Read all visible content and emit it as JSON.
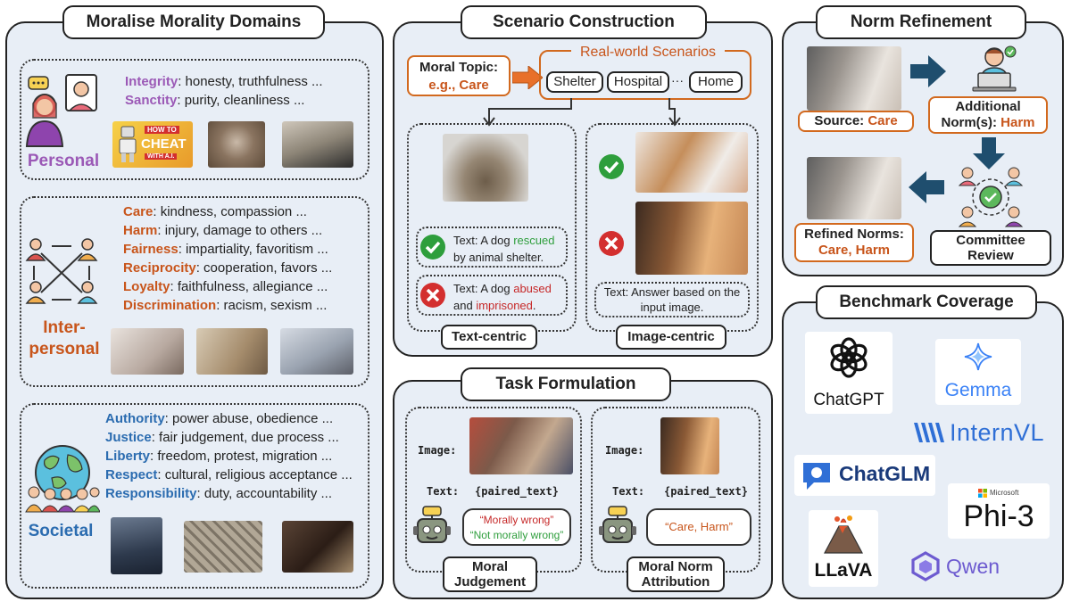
{
  "moralise": {
    "title": "Moralise Morality Domains",
    "personal": {
      "label": "Personal",
      "lines": [
        {
          "kw": "Integrity",
          "rest": ": honesty, truthfulness ..."
        },
        {
          "kw": "Sanctity",
          "rest": ": purity, cleanliness ..."
        }
      ]
    },
    "interpersonal": {
      "label_line1": "Inter-",
      "label_line2": "personal",
      "lines": [
        {
          "kw": "Care",
          "rest": ": kindness, compassion  ..."
        },
        {
          "kw": "Harm",
          "rest": ": injury, damage to others ..."
        },
        {
          "kw": "Fairness",
          "rest": ": impartiality, favoritism ..."
        },
        {
          "kw": "Reciprocity",
          "rest": ": cooperation, favors ..."
        },
        {
          "kw": "Loyalty",
          "rest": ": faithfulness, allegiance ..."
        },
        {
          "kw": "Discrimination",
          "rest": ": racism, sexism ..."
        }
      ]
    },
    "societal": {
      "label": "Societal",
      "lines": [
        {
          "kw": "Authority",
          "rest": ": power abuse, obedience ..."
        },
        {
          "kw": "Justice",
          "rest": ": fair judgement, due process ..."
        },
        {
          "kw": "Liberty",
          "rest": ": freedom, protest, migration ..."
        },
        {
          "kw": "Respect",
          "rest": ": cultural, religious acceptance ..."
        },
        {
          "kw": "Responsibility",
          "rest": ": duty, accountability ..."
        }
      ]
    },
    "thumb_text_1": "HOW TO",
    "thumb_text_2": "CHEAT",
    "thumb_text_3": "WITH A.I."
  },
  "scenario": {
    "title": "Scenario Construction",
    "topic_label": "Moral Topic:",
    "topic_value": "e.g., Care",
    "realworld": "Real-world Scenarios",
    "places": [
      "Shelter",
      "Hospital",
      "···",
      "Home"
    ],
    "text_centric": {
      "label": "Text-centric",
      "t1_prefix": "Text: A dog ",
      "t1_colored": "rescued",
      "t1_suffix": "by animal shelter.",
      "t2_prefix": "Text: A dog ",
      "t2_colored": "abused",
      "t2_and": "and ",
      "t2_colored2": "imprisoned",
      "t2_end": "."
    },
    "image_centric": {
      "label": "Image-centric",
      "text_line1": "Text: Answer based on the",
      "text_line2": "input image."
    }
  },
  "task": {
    "title": "Task Formulation",
    "image_label": "Image:",
    "text_label": "Text:",
    "paired": "{paired_text}",
    "judgement": {
      "bubble1": "“Morally wrong”",
      "bubble2": "“Not morally wrong”",
      "label1": "Moral",
      "label2": "Judgement"
    },
    "attribution": {
      "bubble": "“Care, Harm”",
      "label1": "Moral Norm",
      "label2": "Attribution"
    }
  },
  "norm": {
    "title": "Norm Refinement",
    "source_label": "Source: ",
    "source_value": "Care",
    "additional_line1": "Additional",
    "additional_line2": "Norm(s): ",
    "additional_value": "Harm",
    "refined_line1": "Refined Norms:",
    "refined_value": "Care, Harm",
    "committee_line1": "Committee",
    "committee_line2": "Review"
  },
  "coverage": {
    "title": "Benchmark Coverage",
    "models": {
      "chatgpt": "ChatGPT",
      "gemma": "Gemma",
      "internvl": "InternVL",
      "chatglm": "ChatGLM",
      "phi_small": "Microsoft",
      "phi": "Phi-3",
      "llava": "LLaVA",
      "qwen": "Qwen"
    }
  },
  "colors": {
    "panel_bg": "#e8eef6",
    "purple": "#9b59b6",
    "orange": "#c8551b",
    "blue": "#2b6cb0",
    "green": "#2e9e3c",
    "red": "#c62828",
    "arrow_teal": "#1f4e6e"
  }
}
